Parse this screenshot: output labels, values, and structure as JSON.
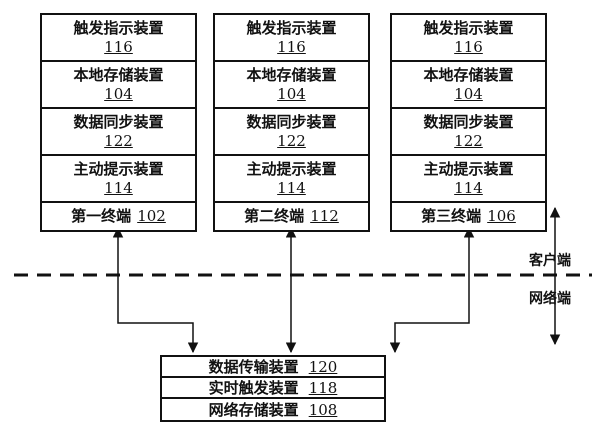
{
  "terminals": [
    {
      "rows": [
        {
          "label": "触发指示装置",
          "num": "116"
        },
        {
          "label": "本地存储装置",
          "num": "104"
        },
        {
          "label": "数据同步装置",
          "num": "122"
        },
        {
          "label": "主动提示装置",
          "num": "114"
        }
      ],
      "name": {
        "label": "第一终端",
        "num": "102"
      }
    },
    {
      "rows": [
        {
          "label": "触发指示装置",
          "num": "116"
        },
        {
          "label": "本地存储装置",
          "num": "104"
        },
        {
          "label": "数据同步装置",
          "num": "122"
        },
        {
          "label": "主动提示装置",
          "num": "114"
        }
      ],
      "name": {
        "label": "第二终端",
        "num": "112"
      }
    },
    {
      "rows": [
        {
          "label": "触发指示装置",
          "num": "116"
        },
        {
          "label": "本地存储装置",
          "num": "104"
        },
        {
          "label": "数据同步装置",
          "num": "122"
        },
        {
          "label": "主动提示装置",
          "num": "114"
        }
      ],
      "name": {
        "label": "第三终端",
        "num": "106"
      }
    }
  ],
  "server": {
    "rows": [
      {
        "label": "数据传输装置",
        "num": "120"
      },
      {
        "label": "实时触发装置",
        "num": "118"
      },
      {
        "label": "网络存储装置",
        "num": "108"
      }
    ]
  },
  "labels": {
    "client": "客户端",
    "network": "网络端"
  }
}
